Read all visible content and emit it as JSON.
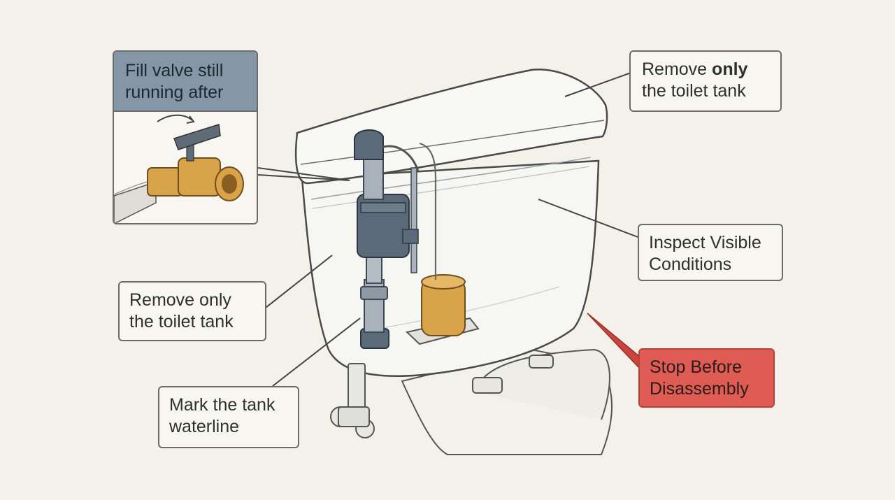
{
  "colors": {
    "background": "#f3f1ea",
    "inset_header": "#8597a6",
    "valve_brass": "#d9a34a",
    "handle_gray": "#5f6b77",
    "stop_callout": "#de5c54"
  },
  "inset": {
    "title_line1": "Fill valve still",
    "title_line2": "running after",
    "icon": "shutoff-valve-icon"
  },
  "callouts": {
    "remove_tank_top": {
      "prefix": "Remove ",
      "emphasis": "only",
      "line2": "the toilet tank"
    },
    "inspect": {
      "line1": "Inspect Visible",
      "line2": "Conditions"
    },
    "remove_tank_left": {
      "line1": "Remove only",
      "line2": "the toilet tank"
    },
    "mark_waterline": {
      "line1": "Mark the tank",
      "line2": "waterline"
    },
    "stop": {
      "line1": "Stop Before",
      "line2": "Disassembly"
    }
  }
}
